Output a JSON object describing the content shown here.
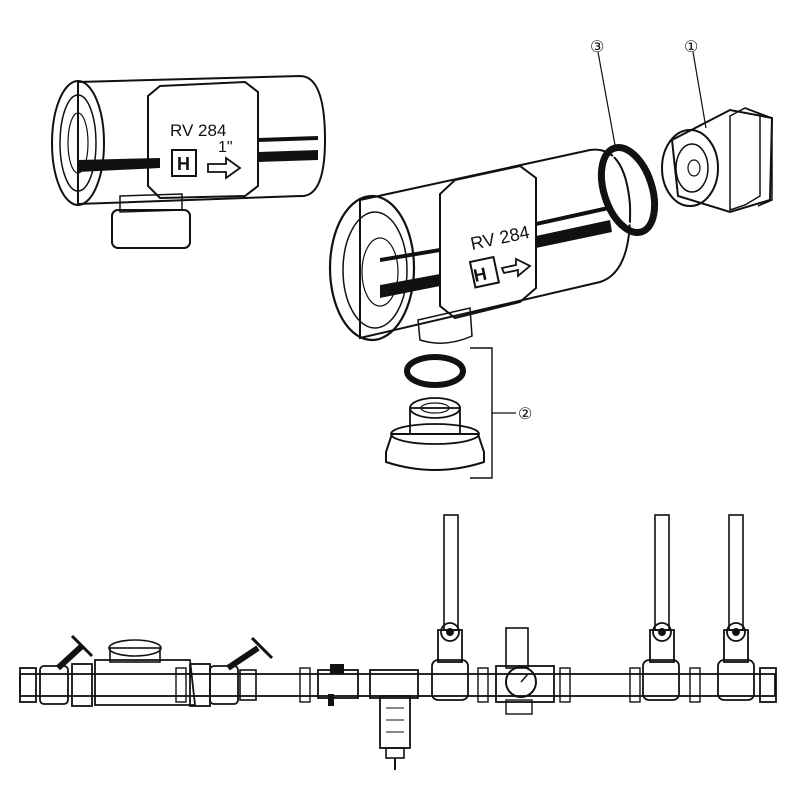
{
  "valve_small": {
    "model": "RV 284",
    "size": "1\"",
    "logo_letter": "H"
  },
  "valve_large": {
    "model": "RV 284",
    "logo_letter": "H"
  },
  "callouts": {
    "cartridge": "①",
    "drain_plug_kit": "②",
    "o_ring": "③"
  },
  "colors": {
    "ink": "#111111",
    "paper": "#ffffff",
    "shade": "#888888"
  }
}
